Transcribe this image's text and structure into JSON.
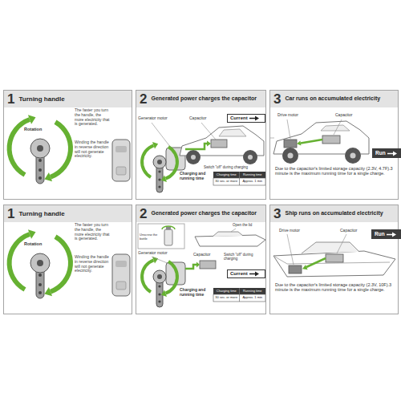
{
  "diagram": {
    "nodes": [
      {
        "text": [
          "1",
          "Turning handle"
        ]
      },
      {
        "text": [
          "2",
          "Generated power charges the capacitor"
        ]
      },
      {
        "text": [
          "Current"
        ],
        "in": 1
      },
      {
        "text": [
          "3",
          "Car runs on accumulated electricity"
        ]
      },
      {
        "text": [
          "Run"
        ],
        "in": 3
      },
      {
        "text": [
          "1",
          "Turning handle"
        ]
      },
      {
        "text": [
          "2",
          "Generated power charges the capacitor"
        ]
      },
      {
        "text": [
          "Current"
        ],
        "in": 6
      },
      {
        "text": [
          "3",
          "Ship runs on accumulated electricity"
        ]
      },
      {
        "text": [
          "Run"
        ],
        "in": 8
      }
    ],
    "labels": [
      "Rotation",
      "The faster you turn the handle, the more electricity that is generated.",
      "Winding the handle in reverse direction will not generate electricity.",
      "Generator motor",
      "Capacitor",
      "Switch \"off\" during charging",
      "Charging and running time",
      "Charging time",
      "Running time",
      "30 sec. or more",
      "Approx. 1 min",
      "Drive motor",
      "Capacitor",
      "Due to the capacitor's limited storage capacity (2.3V, 4.7F).3 minute is the maximum running time for a single charge.",
      "Rotation",
      "The faster you turn the handle, the more electricity that is generated.",
      "Winding the handle in reverse direction will not generate electricity.",
      "Unscrew the bottle",
      "Open the lid",
      "Generator motor",
      "Capacitor",
      "Switch \"off\" during charging",
      "Charging and running time",
      "Charging time",
      "Running time",
      "30 sec. or more",
      "Approx. 1 min",
      "Drive motor",
      "Capacitor",
      "Due to the capacitor's limited storage capacity (2.3V, 10F).3 minute is the maximum running time for a single charge."
    ]
  }
}
